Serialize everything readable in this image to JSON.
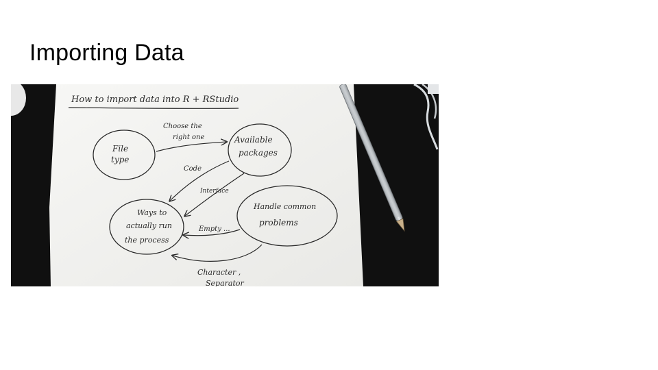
{
  "slide": {
    "title": "Importing Data"
  },
  "photo": {
    "description_icon": "photo-of-handwritten-diagram",
    "heading": "How to import data into R + RStudio",
    "nodes": {
      "file_type": [
        "File",
        "type"
      ],
      "available_packages": [
        "Available",
        "packages"
      ],
      "handle_problems": [
        "Handle common",
        "problems"
      ],
      "ways_to_run": [
        "Ways to",
        "actually run",
        "the process"
      ]
    },
    "edge_labels": {
      "choose": [
        "Choose the",
        "right one"
      ],
      "code": "Code",
      "interface": "Interface",
      "empty": "Empty ...",
      "character": [
        "Character ,",
        "Separator"
      ]
    }
  },
  "colors": {
    "background": "#ffffff",
    "table": "#101010",
    "paper": "#f2f2f0",
    "ink": "#2a2a2a"
  }
}
